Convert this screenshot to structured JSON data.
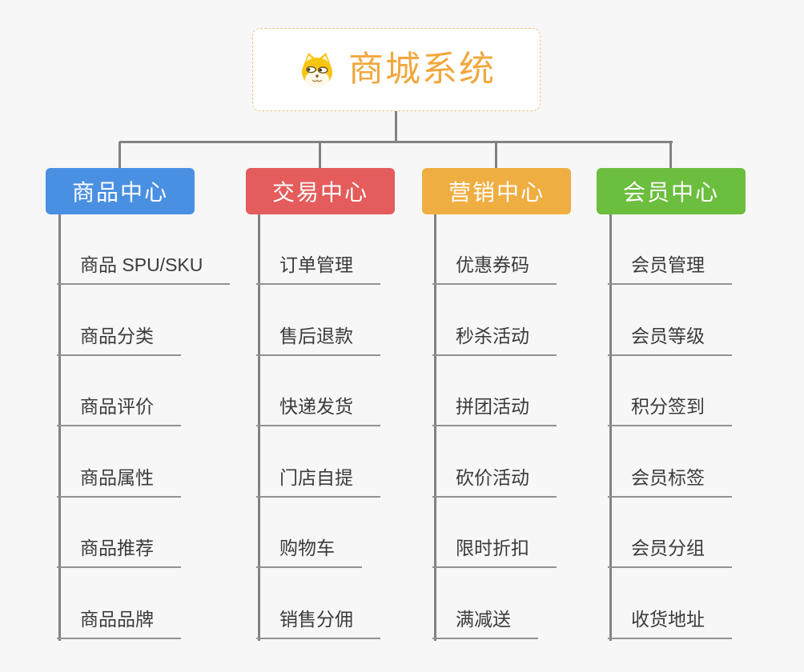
{
  "root": {
    "title": "商城系统",
    "icon": "dog-face-icon",
    "accent_color": "#f0a83e",
    "border_style": "dashed"
  },
  "connector_color": "#828282",
  "underline_color": "#919191",
  "background_color": "#f7f7f7",
  "branches": [
    {
      "label": "商品中心",
      "color": "#4a90e2",
      "items": [
        "商品 SPU/SKU",
        "商品分类",
        "商品评价",
        "商品属性",
        "商品推荐",
        "商品品牌"
      ]
    },
    {
      "label": "交易中心",
      "color": "#e45c5b",
      "items": [
        "订单管理",
        "售后退款",
        "快递发货",
        "门店自提",
        "购物车",
        "销售分佣"
      ]
    },
    {
      "label": "营销中心",
      "color": "#efae42",
      "items": [
        "优惠券码",
        "秒杀活动",
        "拼团活动",
        "砍价活动",
        "限时折扣",
        "满减送"
      ]
    },
    {
      "label": "会员中心",
      "color": "#6cbe3e",
      "items": [
        "会员管理",
        "会员等级",
        "积分签到",
        "会员标签",
        "会员分组",
        "收货地址"
      ]
    }
  ]
}
